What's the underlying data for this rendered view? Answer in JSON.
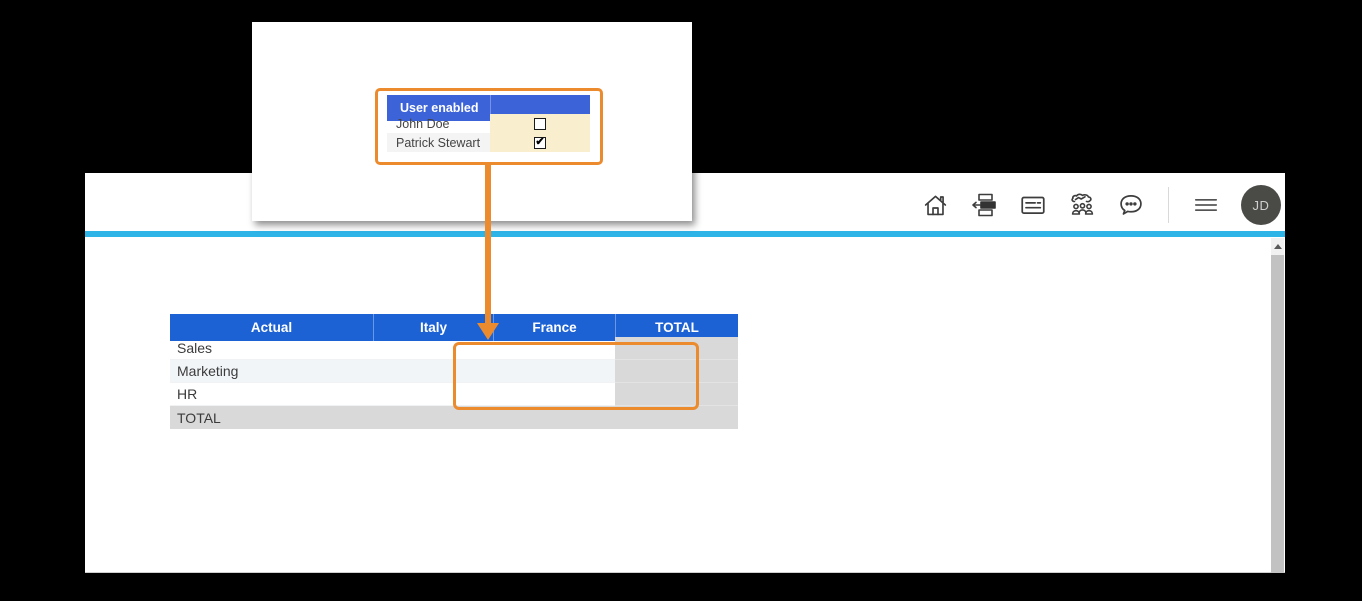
{
  "topbar": {
    "icons": [
      {
        "name": "home-icon"
      },
      {
        "name": "process-flow-icon"
      },
      {
        "name": "card-list-icon"
      },
      {
        "name": "community-icon"
      },
      {
        "name": "chat-icon"
      },
      {
        "name": "menu-icon"
      }
    ],
    "avatar_initials": "JD"
  },
  "popup": {
    "user_table": {
      "header": "User enabled",
      "rows": [
        {
          "name": "John Doe",
          "enabled": false,
          "check_glyph": ""
        },
        {
          "name": "Patrick Stewart",
          "enabled": true,
          "check_glyph": "✔"
        }
      ]
    }
  },
  "main_table": {
    "header": [
      "Actual",
      "Italy",
      "France",
      "TOTAL"
    ],
    "row_labels": [
      "Sales",
      "Marketing",
      "HR",
      "TOTAL"
    ]
  },
  "colors": {
    "accent_line": "#2fb4e8",
    "main_header_blue": "#1d62d4",
    "popup_header_blue": "#3c63d8",
    "highlight_orange": "#ec8b2d",
    "enabled_cell_cream": "#f9efcf",
    "total_gray": "#d9d9d9",
    "avatar_bg": "#4a4a47"
  }
}
